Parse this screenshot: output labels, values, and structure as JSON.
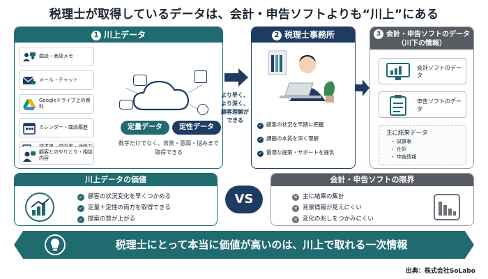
{
  "title": "税理士が取得しているデータは、会計・申告ソフトよりも“川上”にある",
  "panel1": {
    "num": "1",
    "title": "川上データ",
    "sources": [
      {
        "label": "面談・商談メモ",
        "icon": "meeting-icon"
      },
      {
        "label": "メール・チャット",
        "icon": "mail-icon"
      },
      {
        "label": "Googleドライブ上の資料",
        "icon": "google-drive-icon"
      },
      {
        "label": "カレンダー・面談履歴",
        "icon": "calendar-icon"
      },
      {
        "label": "請求書・領収書・通帳などの証憑",
        "icon": "receipt-icon"
      },
      {
        "label": "顧客とのやりとり・相談内容",
        "icon": "consult-icon"
      }
    ],
    "quant_label": "定量データ",
    "qual_label": "定性データ",
    "note": "数字だけでなく、背景・意図・悩みまで取得できる"
  },
  "arrow1_text": "より早く、より深く、顧客理解ができる",
  "panel2": {
    "num": "2",
    "title": "税理士事務所",
    "checks": [
      "顧客の状況を早期に把握",
      "課題の本質を深く理解",
      "最適な提案・サポートを提供"
    ]
  },
  "panel3": {
    "num": "3",
    "title": "会計・申告ソフトのデータ",
    "subtitle": "（川下の情報）",
    "software1": "会計ソフトのデータ",
    "software2": "申告ソフトのデータ",
    "result_title": "主に結果データ",
    "result_items": [
      "・ 試算表",
      "・ 仕訳",
      "・ 申告情報"
    ]
  },
  "value_left": {
    "title": "川上データの価値",
    "items": [
      "顧客の状況変化を早くつかめる",
      "定量＋定性の両方を取得できる",
      "提案の質が上がる"
    ]
  },
  "vs": "VS",
  "value_right": {
    "title": "会計・申告ソフトの限界",
    "items": [
      "主に結果の集計",
      "背景情報が見えにくい",
      "変化の兆しをつかみにくい"
    ]
  },
  "banner": "税理士にとって本当に価値が高いのは、川上で取れる一次情報",
  "source": "出典：株式会社SoLabo",
  "colors": {
    "teal": "#1f6b70",
    "navy": "#1e3c63",
    "gray": "#565c62"
  }
}
